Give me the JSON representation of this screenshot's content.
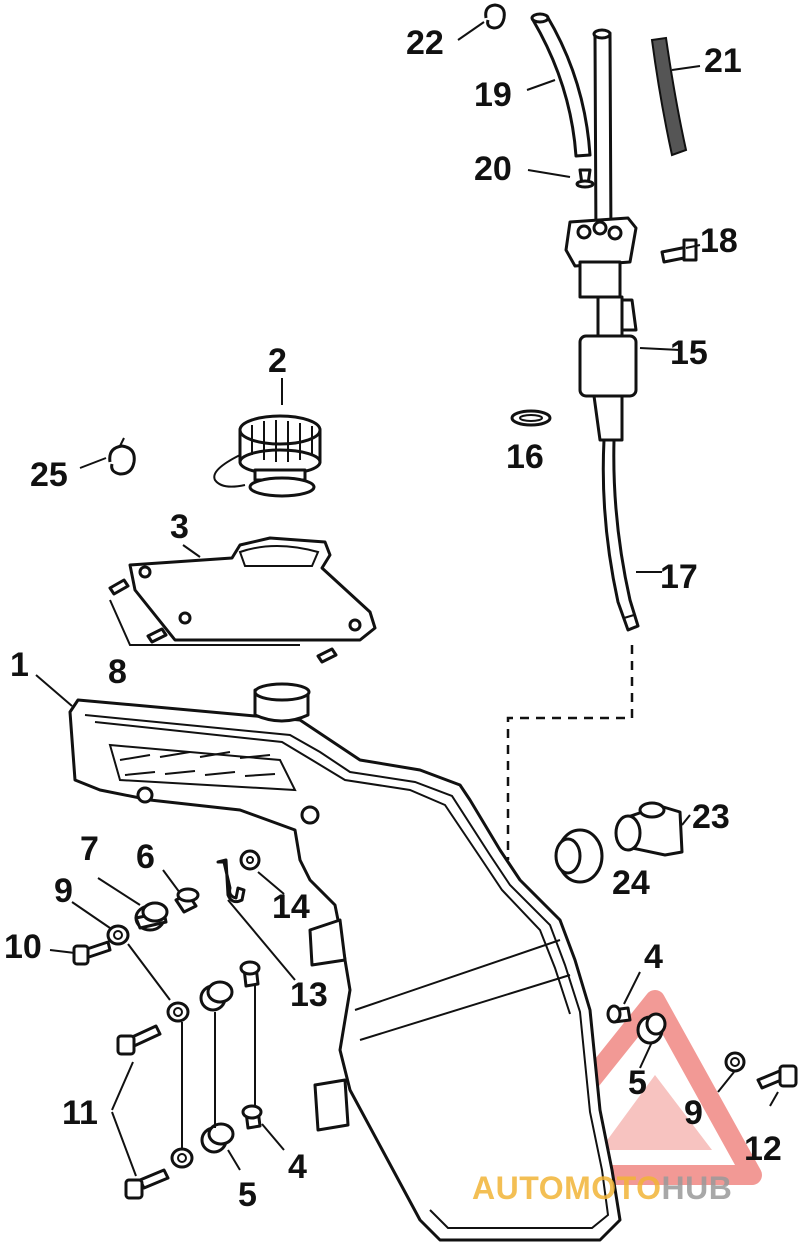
{
  "labels": {
    "p1": "1",
    "p2": "2",
    "p3": "3",
    "p4a": "4",
    "p4b": "4",
    "p5a": "5",
    "p5b": "5",
    "p6": "6",
    "p7": "7",
    "p8": "8",
    "p9a": "9",
    "p9b": "9",
    "p10": "10",
    "p11": "11",
    "p12": "12",
    "p13": "13",
    "p14": "14",
    "p15": "15",
    "p16": "16",
    "p17": "17",
    "p18": "18",
    "p19": "19",
    "p20": "20",
    "p21": "21",
    "p22": "22",
    "p23": "23",
    "p24": "24",
    "p25": "25"
  },
  "watermark": {
    "part1": "AUTO",
    "part2": "MOTO",
    "part3": "HUB",
    "color_triangle": "#e8473f",
    "color_text": "#f2b437",
    "color_gray": "#9a9a9a"
  }
}
